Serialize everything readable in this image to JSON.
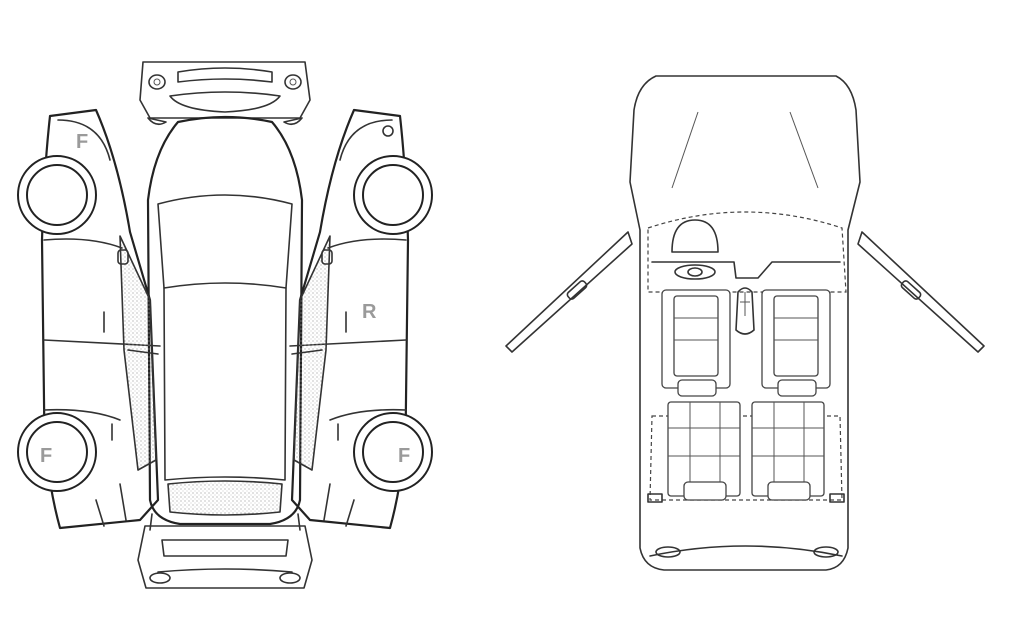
{
  "labels": {
    "front_left_door": "F",
    "front_left_wheel": "F",
    "right_door": "R",
    "front_right_wheel": "F"
  },
  "colors": {
    "line": "#333333",
    "label": "#9a9a9a",
    "background": "#ffffff"
  }
}
